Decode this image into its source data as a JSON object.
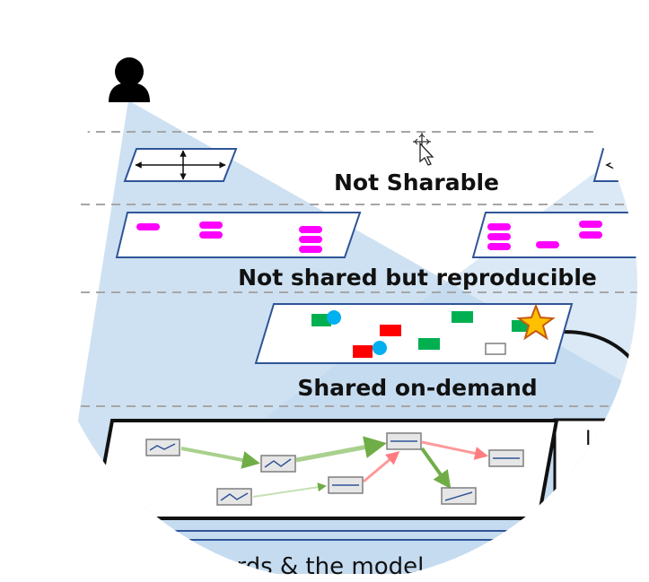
{
  "labels": {
    "not_sharable": "Not Sharable",
    "not_shared_reproducible": "Not shared but reproducible",
    "shared_on_demand": "Shared on-demand",
    "bottom_caption": "boards & the model"
  },
  "icons": {
    "user": "user-icon",
    "cursor": "move-cursor-icon",
    "star": "star-icon",
    "resize": "resize-arrows-icon"
  },
  "colors": {
    "fan_fill": "#bdd7ee",
    "plane_stroke": "#2f5597",
    "magenta": "#ff00ff",
    "green": "#00b050",
    "red": "#ff0000",
    "blue_dot": "#00b0f0",
    "star_fill": "#ffc000",
    "star_stroke": "#c55a11",
    "edge_green": "#a9d18e",
    "edge_red": "#ff9999",
    "node_fill": "#e7e6e6",
    "node_line": "#2f5597"
  }
}
